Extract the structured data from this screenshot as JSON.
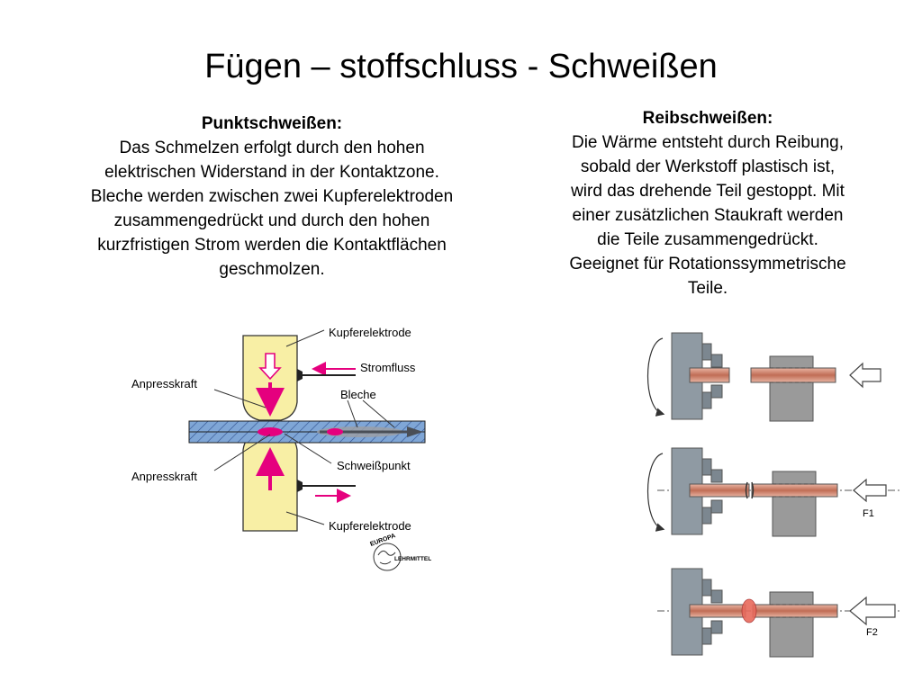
{
  "slide": {
    "title": "Fügen – stoffschluss - Schweißen"
  },
  "left_block": {
    "heading": "Punktschweißen:",
    "lines": [
      "Das Schmelzen erfolgt durch den hohen",
      "elektrischen Widerstand in der Kontaktzone.",
      "Bleche werden zwischen zwei Kupferelektroden",
      "zusammengedrückt und durch den hohen",
      "kurzfristigen Strom werden die Kontaktflächen",
      "geschmolzen."
    ]
  },
  "right_block": {
    "heading": "Reibschweißen:",
    "lines": [
      "Die Wärme entsteht durch Reibung,",
      "sobald der Werkstoff plastisch ist,",
      "wird das drehende Teil gestoppt. Mit",
      "einer zusätzlichen Staukraft werden",
      "die Teile zusammengedrückt.",
      "Geeignet für Rotationssymmetrische",
      "Teile."
    ]
  },
  "spot_diagram": {
    "label_top_electrode": "Kupferelektrode",
    "label_current": "Stromfluss",
    "label_sheets": "Bleche",
    "label_force_top": "Anpresskraft",
    "label_force_bottom": "Anpresskraft",
    "label_weld_point": "Schweißpunkt",
    "label_bottom_electrode": "Kupferelektrode",
    "logo_text_top": "EUROPA",
    "logo_text_right": "LEHRMITTEL"
  },
  "friction_diagram": {
    "label_f1": "F1",
    "label_f2": "F2"
  },
  "colors": {
    "electrode": "#f8efa5",
    "sheet": "#7fa6d6",
    "magenta": "#e5007e",
    "chuck": "#8f9aa3",
    "block": "#9a9a9a",
    "shaft": "#d28a74",
    "weld_glow": "#e86a5c"
  }
}
